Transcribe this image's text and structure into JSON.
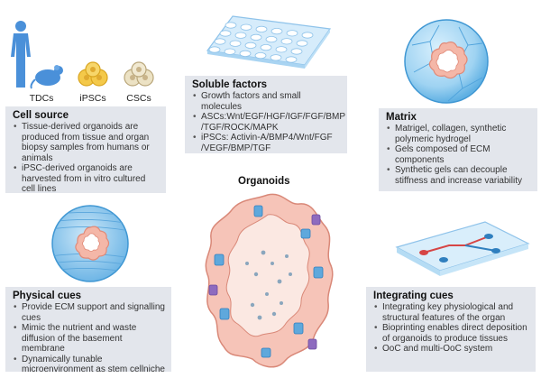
{
  "cell_source": {
    "labels": [
      "TDCs",
      "iPSCs",
      "CSCs"
    ],
    "title": "Cell source",
    "bullets": [
      "Tissue-derived organoids are produced from tissue and organ biopsy samples from humans or animals",
      "iPSC-derived organoids are harvested from in vitro cultured cell lines"
    ]
  },
  "soluble_factors": {
    "title": "Soluble factors",
    "bullets": [
      "Growth factors and small molecules",
      "ASCs:Wnt/EGF/HGF/IGF/FGF/BMP /TGF/ROCK/MAPK",
      "iPSCs: Activin-A/BMP4/Wnt/FGF /VEGF/BMP/TGF"
    ]
  },
  "matrix": {
    "title": "Matrix",
    "bullets": [
      "Matrigel, collagen, synthetic polymeric hydrogel",
      "Gels composed of ECM components",
      "Synthetic gels can decouple stiffness and increase variability"
    ]
  },
  "center": {
    "title": "Organoids"
  },
  "physical_cues": {
    "title": "Physical cues",
    "bullets": [
      "Provide ECM support and signalling cues",
      "Mimic the nutrient and waste diffusion of the basement membrane",
      "Dynamically tunable microenvironment as stem cellniche"
    ]
  },
  "integrating_cues": {
    "title": "Integrating cues",
    "bullets": [
      "Integrating key physiological and structural features of the organ",
      "Bioprinting enables direct deposition of organoids to produce tissues",
      "OoC and multi-OoC system"
    ]
  }
}
